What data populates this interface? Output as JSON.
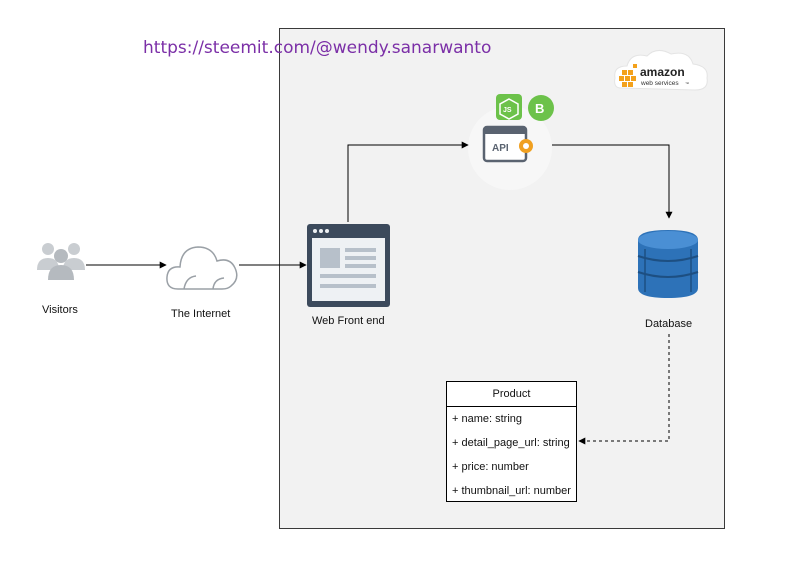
{
  "watermark": "https://steemit.com/@wendy.sanarwanto",
  "aws_logo": {
    "brand": "amazon",
    "sub": "web services",
    "tm": "™",
    "cube_color": "#f3a11b"
  },
  "nodes": {
    "visitors": {
      "label": "Visitors",
      "icon": "users-icon"
    },
    "internet": {
      "label": "The Internet",
      "icon": "cloud-icon"
    },
    "web_front_end": {
      "label": "Web Front end",
      "icon": "browser-window-icon"
    },
    "api": {
      "label": "API",
      "icon": "api-gear-icon",
      "badges": [
        "nodejs-icon",
        "bootstrap-icon"
      ],
      "badge_text": [
        "JS",
        "B"
      ]
    },
    "database": {
      "label": "Database",
      "icon": "dynamodb-icon"
    }
  },
  "entity": {
    "title": "Product",
    "fields": [
      "+ name: string",
      "+ detail_page_url: string",
      "+ price: number",
      "+ thumbnail_url: number"
    ]
  },
  "colors": {
    "panel_bg": "#f2f2f2",
    "watermark": "#7b2fa7",
    "node_green": "#6cc24a",
    "db_blue": "#2d72b8",
    "browser_dark": "#3c4a5c"
  }
}
